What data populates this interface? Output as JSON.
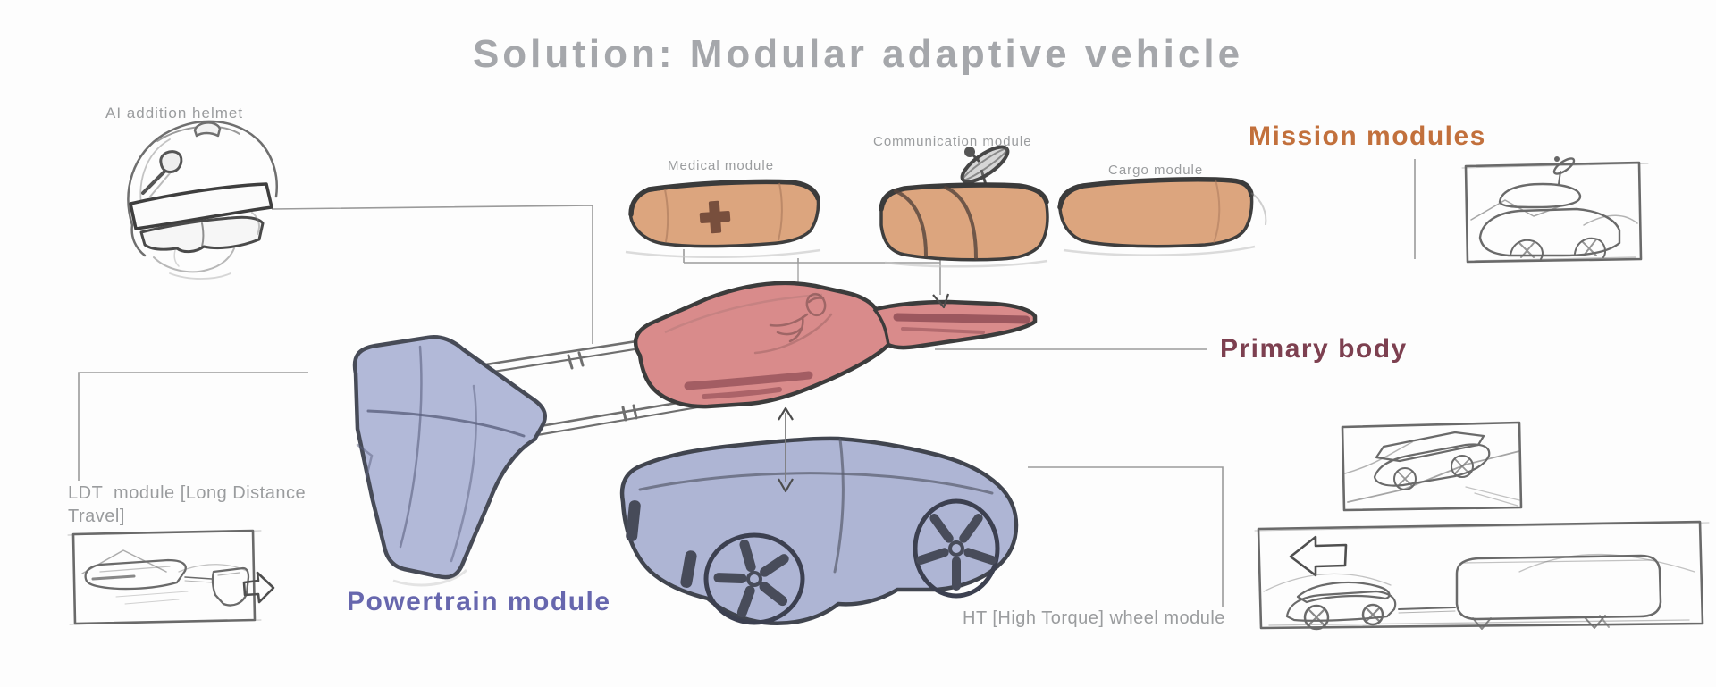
{
  "slide": {
    "title": "Solution: Modular adaptive vehicle"
  },
  "callouts": {
    "helmet": {
      "label": "AI addition helmet"
    },
    "medical": {
      "label": "Medical module"
    },
    "communication": {
      "label": "Communication module"
    },
    "cargo": {
      "label": "Cargo module"
    },
    "mission": {
      "label": "Mission modules"
    },
    "primary_body": {
      "label": "Primary body"
    },
    "ldt": {
      "label": "LDT  module [Long Distance\nTravel]"
    },
    "powertrain": {
      "label": "Powertrain module"
    },
    "ht_wheel": {
      "label": "HT [High Torque] wheel module"
    }
  },
  "colors": {
    "title_gray": "#a5a7ab",
    "label_gray": "#9a9c9e",
    "mission_orange": "#c2703c",
    "primary_maroon": "#7d4050",
    "powertrain_purple": "#6767ae",
    "module_tan": "#dca57e",
    "body_red": "#d98b8b",
    "module_blue": "#b2b9d8",
    "wheel_module_blue": "#aeb5d4"
  }
}
